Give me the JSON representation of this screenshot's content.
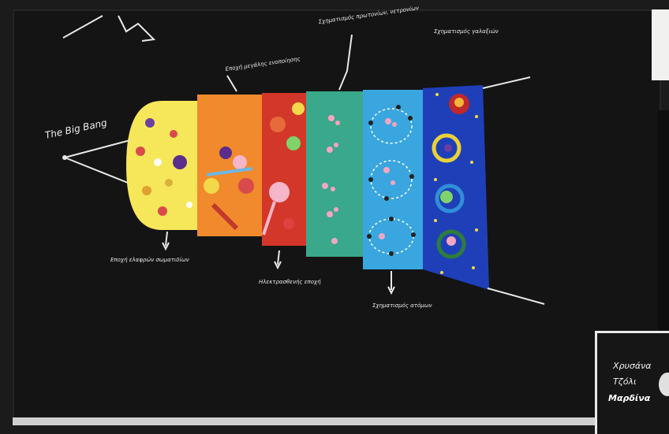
{
  "labels": {
    "big_bang": "The Big Bang",
    "era_top_1": "Εποχή μεγάλης ενοποίησης",
    "era_top_2": "Σχηματισμός πρωτονίων, νετρονίων",
    "era_top_3": "Σχηματισμός γαλαξιών",
    "era_bottom_1": "Εποχή ελαφρών σωματιδίων",
    "era_bottom_2": "Ηλεκτρασθενής εποχή",
    "era_bottom_3": "Σχηματισμός ατόμων"
  },
  "card": {
    "line1": "Χρυσάνα",
    "line2": "Τζόλι",
    "line3": "Μαρδίνα"
  },
  "colors": {
    "band_yellow": "#f6e65a",
    "band_orange": "#f08a2c",
    "band_red": "#d2372a",
    "band_green": "#3aa88a",
    "band_lightblue": "#3aa6df",
    "band_blue": "#1f3fb8"
  }
}
